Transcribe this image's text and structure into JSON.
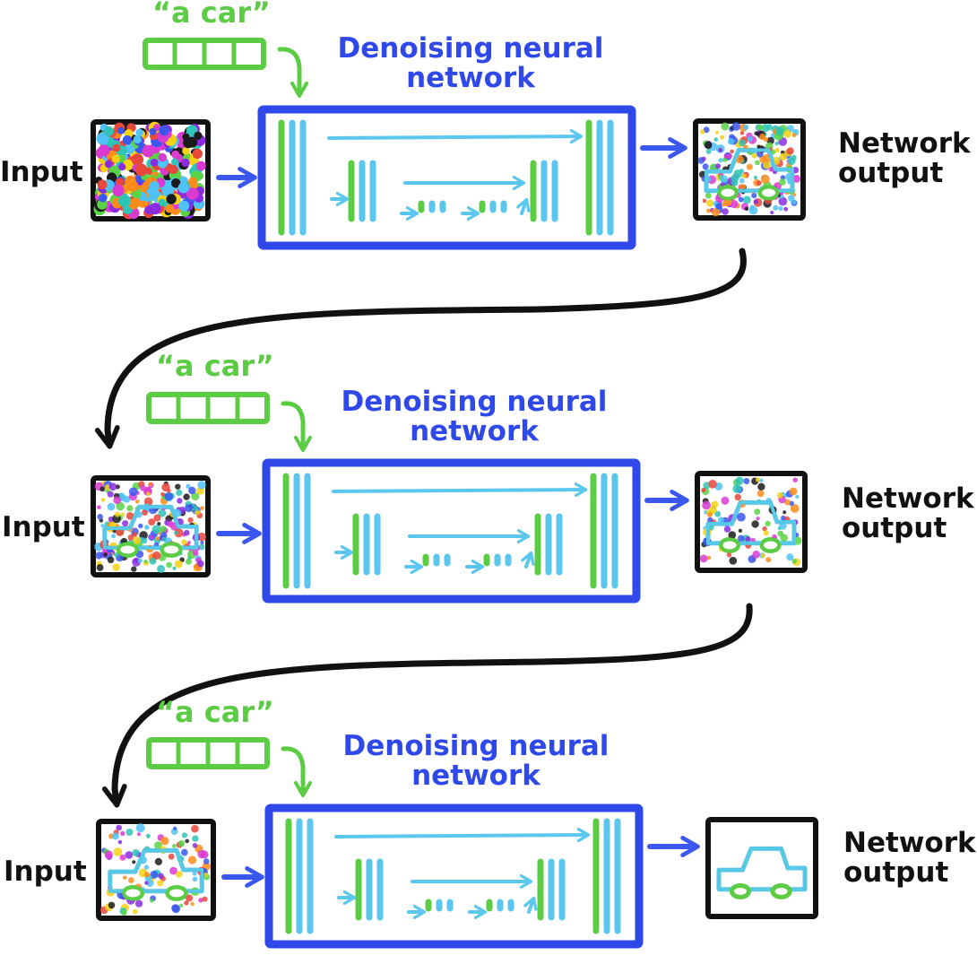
{
  "colors": {
    "network_box": "#2f48ea",
    "layer_blue": "#5bc6ee",
    "layer_green": "#5ccc45",
    "text_encoding": "#5ccc45",
    "flow_arrow": "#3a57f0",
    "feedback_arrow": "#111111",
    "car_outline": "#59c7e6"
  },
  "icons": [
    "text-embedding-icon",
    "noisy-image-icon",
    "car-sketch-icon",
    "arrow-icon"
  ],
  "stages": [
    {
      "prompt": "“a car”",
      "title": "Denoising neural\nnetwork",
      "input_label": "Input",
      "output_label": "Network\noutput",
      "input_noise": 1.0,
      "output_noise": 0.75
    },
    {
      "prompt": "“a car”",
      "title": "Denoising neural\nnetwork",
      "input_label": "Input",
      "output_label": "Network\noutput",
      "input_noise": 0.75,
      "output_noise": 0.3
    },
    {
      "prompt": "“a car”",
      "title": "Denoising neural\nnetwork",
      "input_label": "Input",
      "output_label": "Network\noutput",
      "input_noise": 0.3,
      "output_noise": 0.0
    }
  ]
}
